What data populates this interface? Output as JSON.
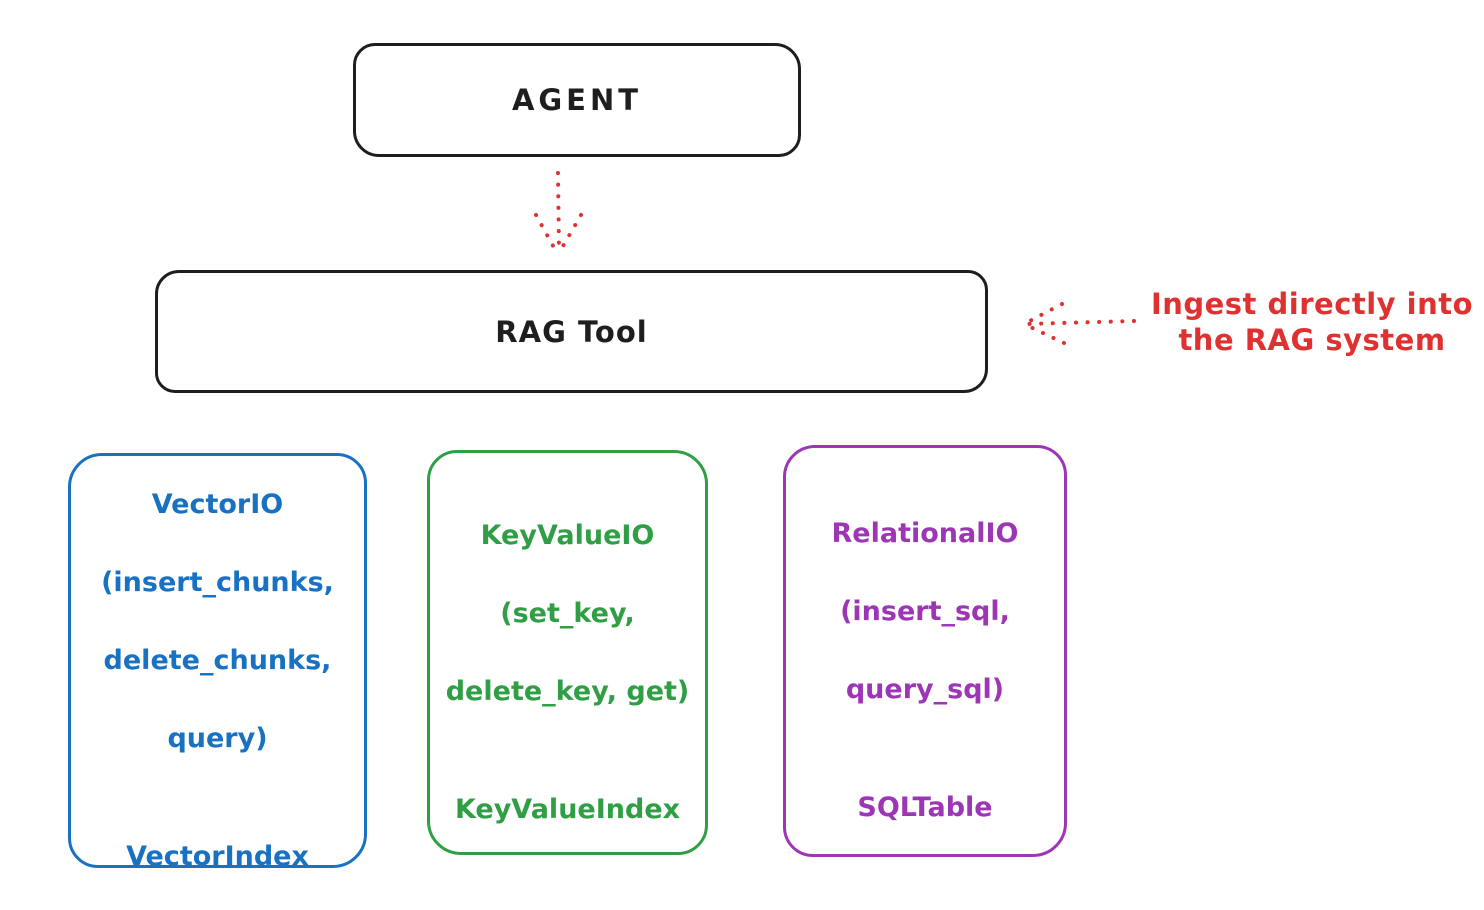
{
  "colors": {
    "ink": "#1e1e1e",
    "red": "#e03131",
    "blue": "#1971c2",
    "green": "#2f9e44",
    "purple": "#9c36b5",
    "background": "#ffffff"
  },
  "agent_box": {
    "label": "AGENT"
  },
  "rag_tool_box": {
    "label": "RAG Tool"
  },
  "annotation": {
    "line1": "Ingest directly into",
    "line2": "the RAG system",
    "color": "#e03131"
  },
  "arrows": {
    "agent_to_ragtool": {
      "style": "dotted",
      "direction": "down",
      "color": "#e03131"
    },
    "annotation_to_ragtool": {
      "style": "dotted",
      "direction": "left",
      "color": "#e03131"
    }
  },
  "storage_boxes": [
    {
      "id": "vector-io",
      "color": "#1971c2",
      "lines": [
        "VectorIO",
        "(insert_chunks,",
        "delete_chunks,",
        "query)"
      ],
      "index_label": "VectorIndex"
    },
    {
      "id": "key-value-io",
      "color": "#2f9e44",
      "lines": [
        "KeyValueIO",
        "(set_key,",
        "delete_key, get)"
      ],
      "index_label": "KeyValueIndex"
    },
    {
      "id": "relational-io",
      "color": "#9c36b5",
      "lines": [
        "RelationalIO",
        "(insert_sql,",
        "query_sql)"
      ],
      "index_label": "SQLTable"
    }
  ]
}
